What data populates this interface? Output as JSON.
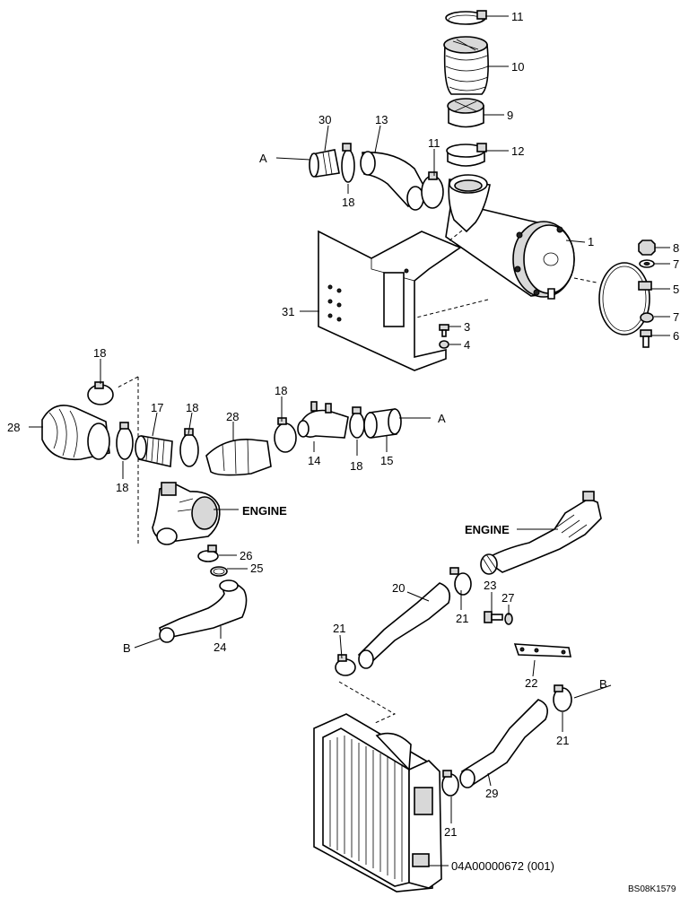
{
  "diagram": {
    "callouts": [
      {
        "id": "c11a",
        "text": "11"
      },
      {
        "id": "c10",
        "text": "10"
      },
      {
        "id": "c9",
        "text": "9"
      },
      {
        "id": "c12",
        "text": "12"
      },
      {
        "id": "c30",
        "text": "30"
      },
      {
        "id": "c13",
        "text": "13"
      },
      {
        "id": "c11b",
        "text": "11"
      },
      {
        "id": "cA1",
        "text": "A"
      },
      {
        "id": "c18a",
        "text": "18"
      },
      {
        "id": "c1",
        "text": "1"
      },
      {
        "id": "c8",
        "text": "8"
      },
      {
        "id": "c7a",
        "text": "7"
      },
      {
        "id": "c5",
        "text": "5"
      },
      {
        "id": "c7b",
        "text": "7"
      },
      {
        "id": "c6",
        "text": "6"
      },
      {
        "id": "c31",
        "text": "31"
      },
      {
        "id": "c3",
        "text": "3"
      },
      {
        "id": "c4",
        "text": "4"
      },
      {
        "id": "c18b",
        "text": "18"
      },
      {
        "id": "c28a",
        "text": "28"
      },
      {
        "id": "c17",
        "text": "17"
      },
      {
        "id": "c18c",
        "text": "18"
      },
      {
        "id": "c28b",
        "text": "28"
      },
      {
        "id": "c18d",
        "text": "18"
      },
      {
        "id": "cA2",
        "text": "A"
      },
      {
        "id": "c18e",
        "text": "18"
      },
      {
        "id": "c14",
        "text": "14"
      },
      {
        "id": "c18f",
        "text": "18"
      },
      {
        "id": "c15",
        "text": "15"
      },
      {
        "id": "cENG1",
        "text": "ENGINE"
      },
      {
        "id": "c26",
        "text": "26"
      },
      {
        "id": "c25",
        "text": "25"
      },
      {
        "id": "cENG2",
        "text": "ENGINE"
      },
      {
        "id": "c20",
        "text": "20"
      },
      {
        "id": "c23",
        "text": "23"
      },
      {
        "id": "c27",
        "text": "27"
      },
      {
        "id": "c21a",
        "text": "21"
      },
      {
        "id": "c21b",
        "text": "21"
      },
      {
        "id": "c22",
        "text": "22"
      },
      {
        "id": "cB1",
        "text": "B"
      },
      {
        "id": "c24",
        "text": "24"
      },
      {
        "id": "cB2",
        "text": "B"
      },
      {
        "id": "c21c",
        "text": "21"
      },
      {
        "id": "c29",
        "text": "29"
      },
      {
        "id": "c21d",
        "text": "21"
      }
    ],
    "assembly_ref": "04A00000672 (001)",
    "drawing_code": "BS08K1579"
  }
}
